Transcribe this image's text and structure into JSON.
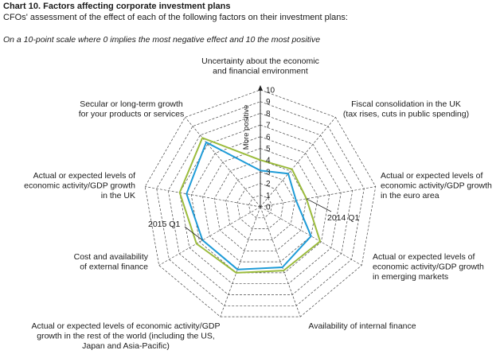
{
  "header": {
    "title": "Chart 10. Factors affecting corporate investment plans",
    "subtitle": "CFOs' assessment of the effect of each of the following factors on their investment plans:",
    "scale_note": "On a 10-point scale where 0 implies the most negative effect and 10 the most positive"
  },
  "chart_data": {
    "type": "radar",
    "title": "Chart 10. Factors affecting corporate investment plans",
    "radial_axis_label": "More positive",
    "rlim": [
      0,
      10
    ],
    "ticks": [
      0,
      1,
      2,
      3,
      4,
      5,
      6,
      7,
      8,
      9,
      10
    ],
    "grid": true,
    "categories": [
      [
        "Uncertainty about the economic",
        "and financial environment"
      ],
      [
        "Fiscal consolidation in the UK",
        "(tax rises, cuts in public spending)"
      ],
      [
        "Actual or expected levels of",
        "economic activity/GDP growth",
        "in the euro area"
      ],
      [
        "Actual or expected levels of",
        "economic activity/GDP growth",
        "in emerging markets"
      ],
      [
        "Availability of internal finance"
      ],
      [
        "Actual or expected levels of economic activity/GDP",
        "growth in the rest of the world (including the US,",
        "Japan and Asia-Pacific)"
      ],
      [
        "Cost and availability",
        "of external finance"
      ],
      [
        "Actual or expected levels of",
        "economic activity/GDP growth",
        "in the UK"
      ],
      [
        "Secular or long-term growth",
        "for your products or services"
      ]
    ],
    "series": [
      {
        "name": "2014 Q1",
        "color": "#9bbb3b",
        "values": [
          4.0,
          4.2,
          4.0,
          5.9,
          5.8,
          6.0,
          6.3,
          7.0,
          7.7
        ]
      },
      {
        "name": "2015 Q1",
        "color": "#1e9bd7",
        "values": [
          3.1,
          3.7,
          3.1,
          5.0,
          5.5,
          5.7,
          5.7,
          6.4,
          7.2
        ]
      }
    ]
  }
}
